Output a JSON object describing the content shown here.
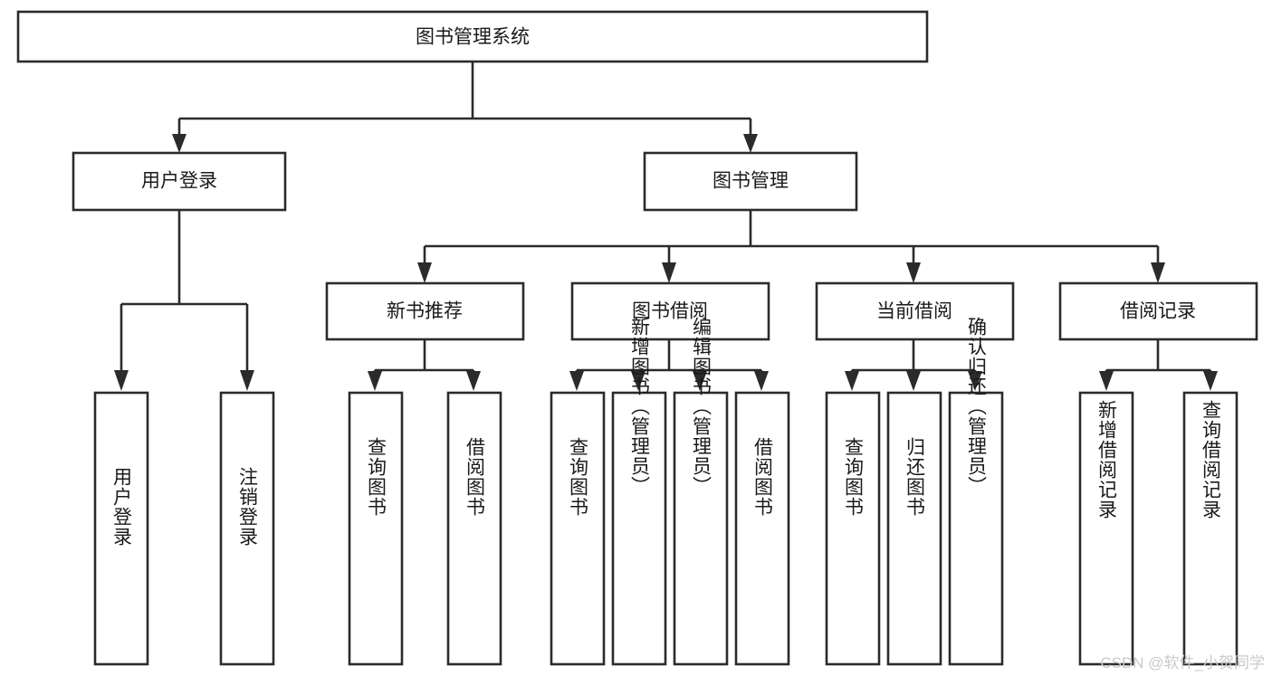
{
  "diagram": {
    "type": "tree-hierarchy-chart",
    "title": "图书管理系统",
    "root": {
      "id": "root",
      "label": "图书管理系统"
    },
    "level1": [
      {
        "id": "user-login",
        "label": "用户登录"
      },
      {
        "id": "book-management",
        "label": "图书管理"
      }
    ],
    "level2": [
      {
        "id": "new-book-recommend",
        "label": "新书推荐",
        "parent": "book-management"
      },
      {
        "id": "book-borrow",
        "label": "图书借阅",
        "parent": "book-management"
      },
      {
        "id": "current-borrow",
        "label": "当前借阅",
        "parent": "book-management"
      },
      {
        "id": "borrow-record",
        "label": "借阅记录",
        "parent": "book-management"
      }
    ],
    "leaves": {
      "user-login": [
        {
          "id": "leaf-user-login",
          "label": "用户登录"
        },
        {
          "id": "leaf-user-logout",
          "label": "注销登录"
        }
      ],
      "new-book-recommend": [
        {
          "id": "leaf-query-book-1",
          "label": "查询图书"
        },
        {
          "id": "leaf-borrow-book-1",
          "label": "借阅图书"
        }
      ],
      "book-borrow": [
        {
          "id": "leaf-query-book-2",
          "label": "查询图书"
        },
        {
          "id": "leaf-add-book",
          "label": "新增图书（管理员）"
        },
        {
          "id": "leaf-edit-book",
          "label": "编辑图书（管理员）"
        },
        {
          "id": "leaf-borrow-book-2",
          "label": "借阅图书"
        }
      ],
      "current-borrow": [
        {
          "id": "leaf-query-book-3",
          "label": "查询图书"
        },
        {
          "id": "leaf-return-book",
          "label": "归还图书"
        },
        {
          "id": "leaf-confirm-return",
          "label": "确认归还（管理员）"
        }
      ],
      "borrow-record": [
        {
          "id": "leaf-add-record",
          "label": "新增借阅记录"
        },
        {
          "id": "leaf-query-record",
          "label": "查询借阅记录"
        }
      ]
    },
    "colors": {
      "box_fill": "#ffffff",
      "box_stroke": "#2b2b2b",
      "text": "#1a1a1a",
      "background": "#ffffff",
      "watermark": "#c9c9c9"
    }
  },
  "watermark": {
    "text": "CSDN @软件_小贺同学"
  }
}
